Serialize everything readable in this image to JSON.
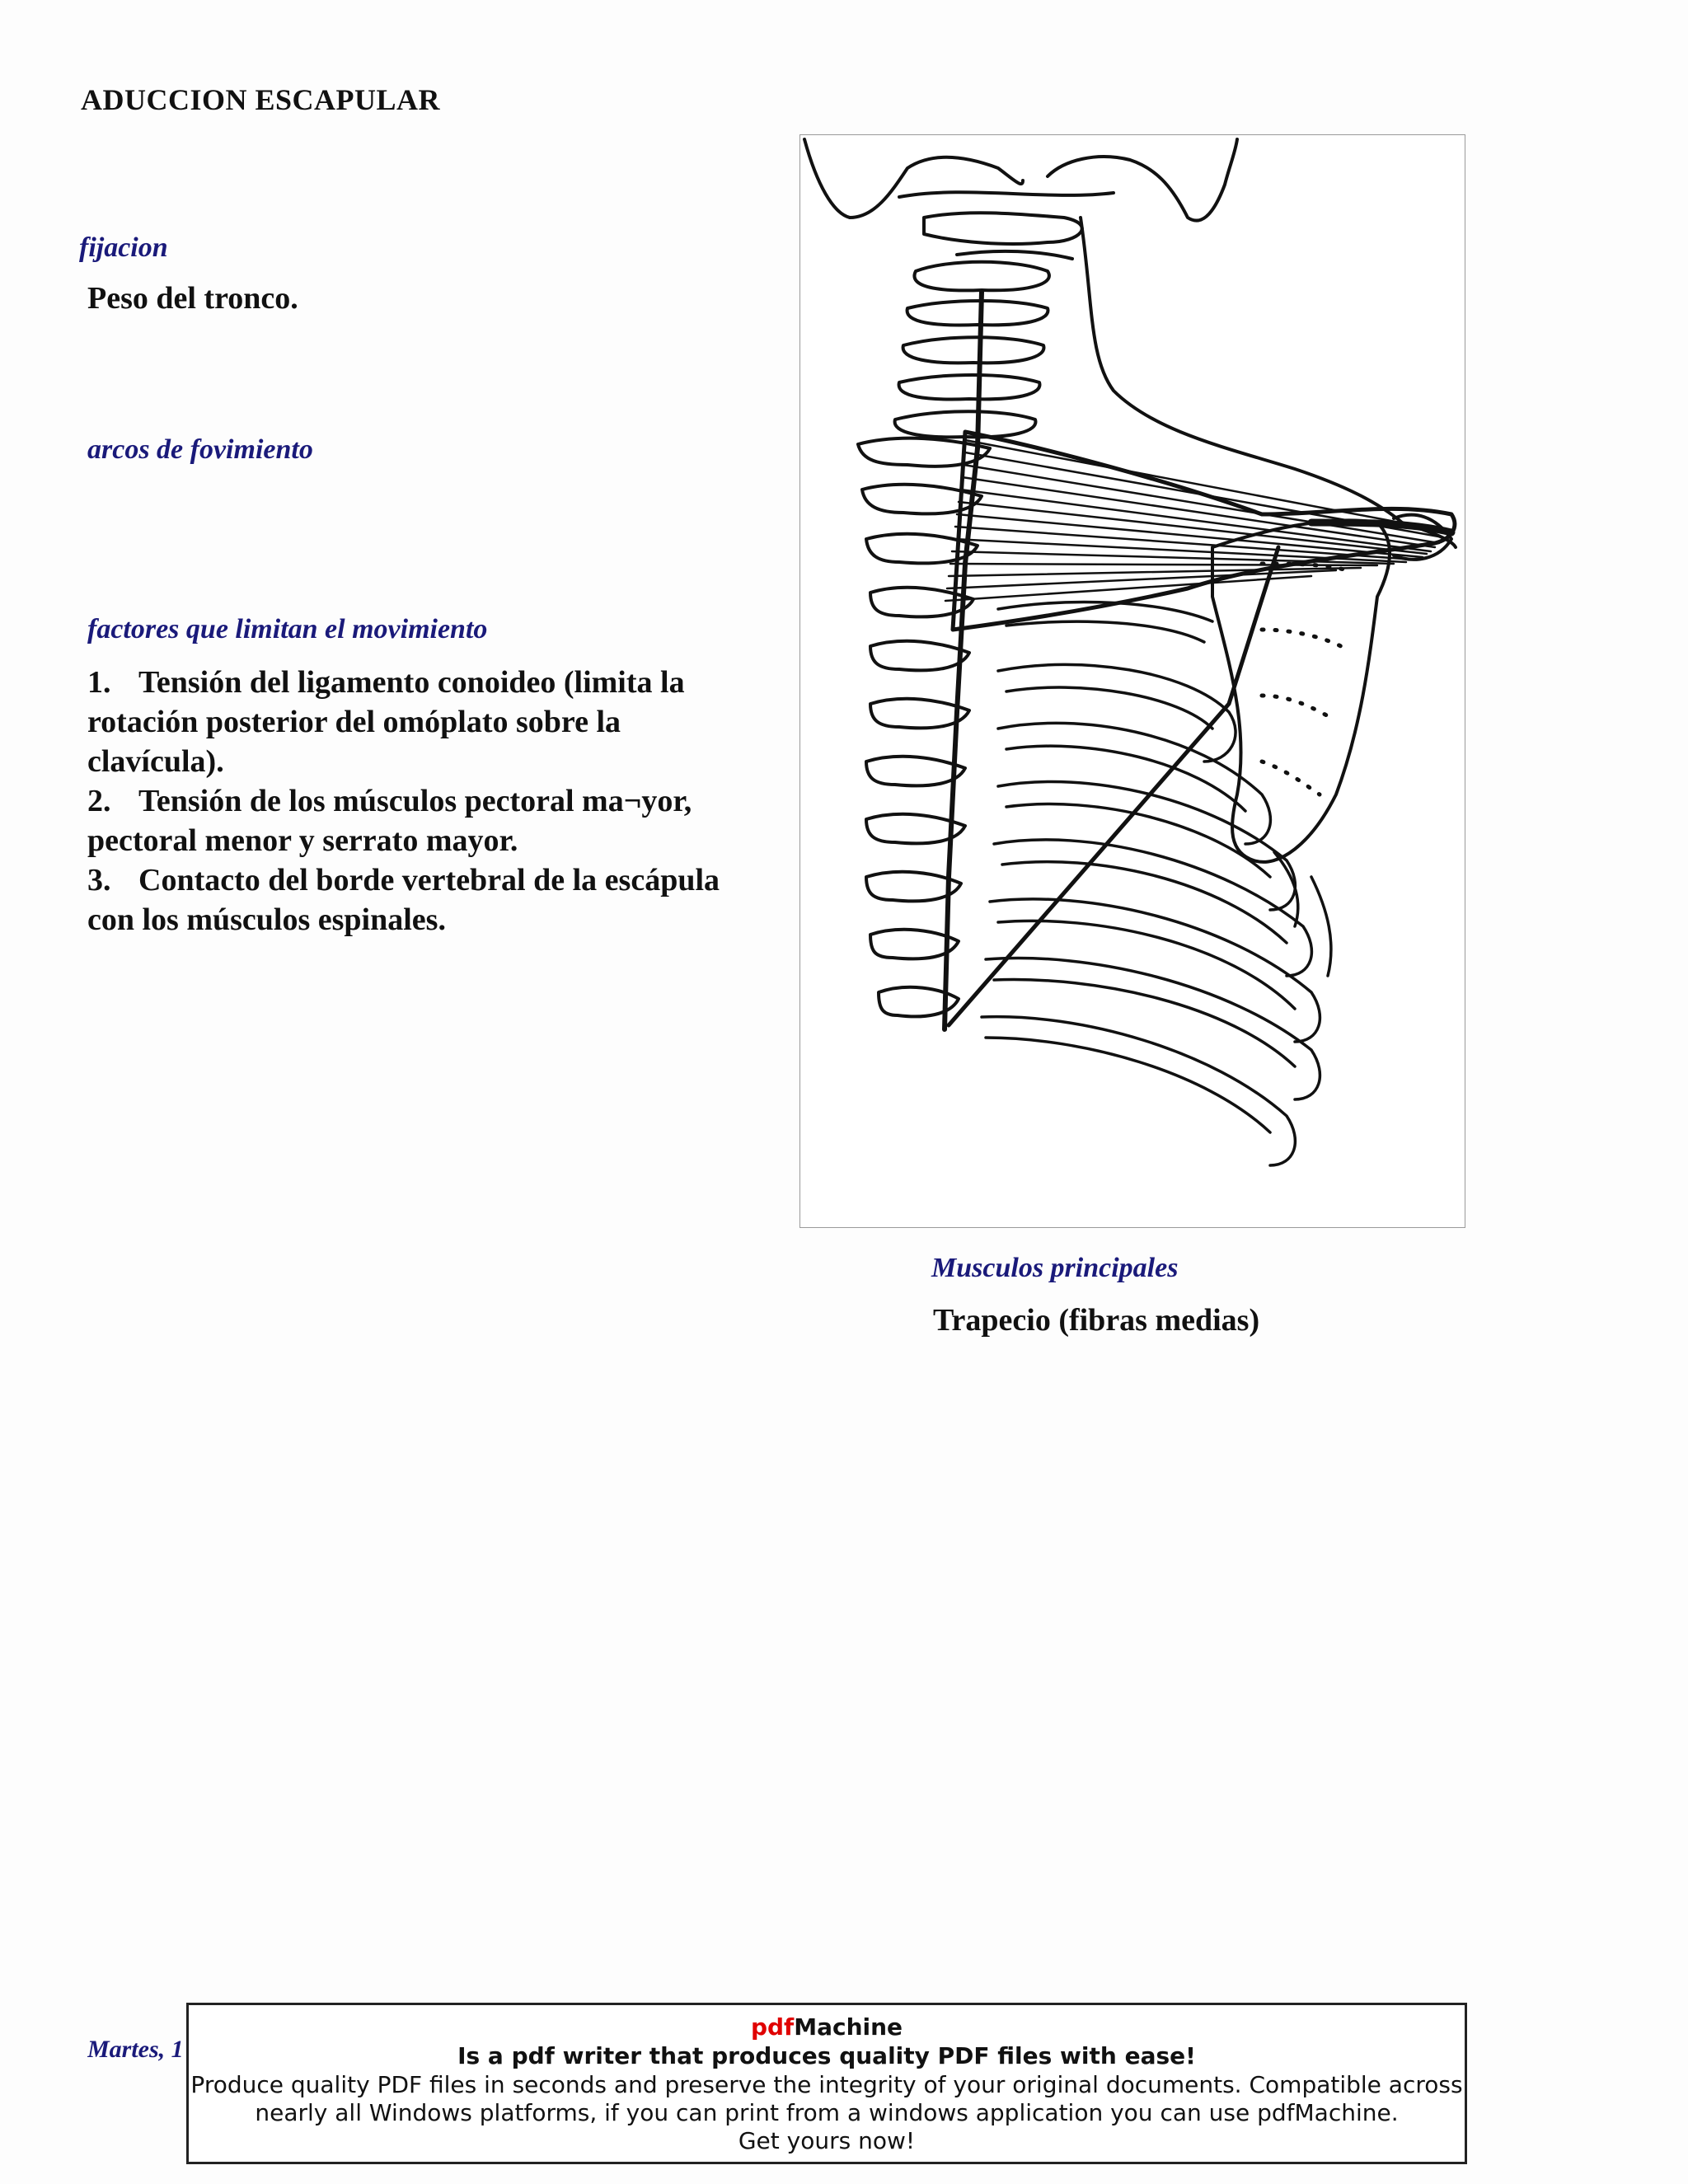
{
  "title": "ADUCCION ESCAPULAR",
  "sections": {
    "fijacion": {
      "label": "fijacion",
      "text": "Peso del tronco."
    },
    "arcos": {
      "label": "arcos de fovimiento"
    },
    "factores": {
      "label": "factores que limitan el movimiento",
      "items": [
        {
          "num": "1.",
          "first": "Tensión del ligamento conoideo (limita la",
          "rest": [
            "rotación posterior del omóplato sobre la",
            "clavícula)."
          ]
        },
        {
          "num": "2.",
          "first": "Tensión de los músculos pectoral ma¬yor,",
          "rest": [
            "pectoral menor y serrato mayor."
          ]
        },
        {
          "num": "3.",
          "first": "Contacto del borde vertebral de la escápula",
          "rest": [
            "con los músculos espinales."
          ]
        }
      ]
    },
    "musculos": {
      "label": "Musculos principales",
      "text": "Trapecio (fibras medias)"
    }
  },
  "footer": {
    "date": "Martes, 1"
  },
  "ad": {
    "brand_pdf": "pdf",
    "brand_machine": "Machine",
    "tagline": "Is a pdf writer that produces quality PDF files with ease!",
    "line1": "Produce quality PDF files in seconds and preserve the integrity of your original documents. Compatible across",
    "line2": "nearly all Windows platforms, if you can print from a windows application you can use pdfMachine.",
    "line3": "Get yours now!"
  },
  "colors": {
    "label": "#1a1a7a",
    "brand_red": "#e00000"
  }
}
